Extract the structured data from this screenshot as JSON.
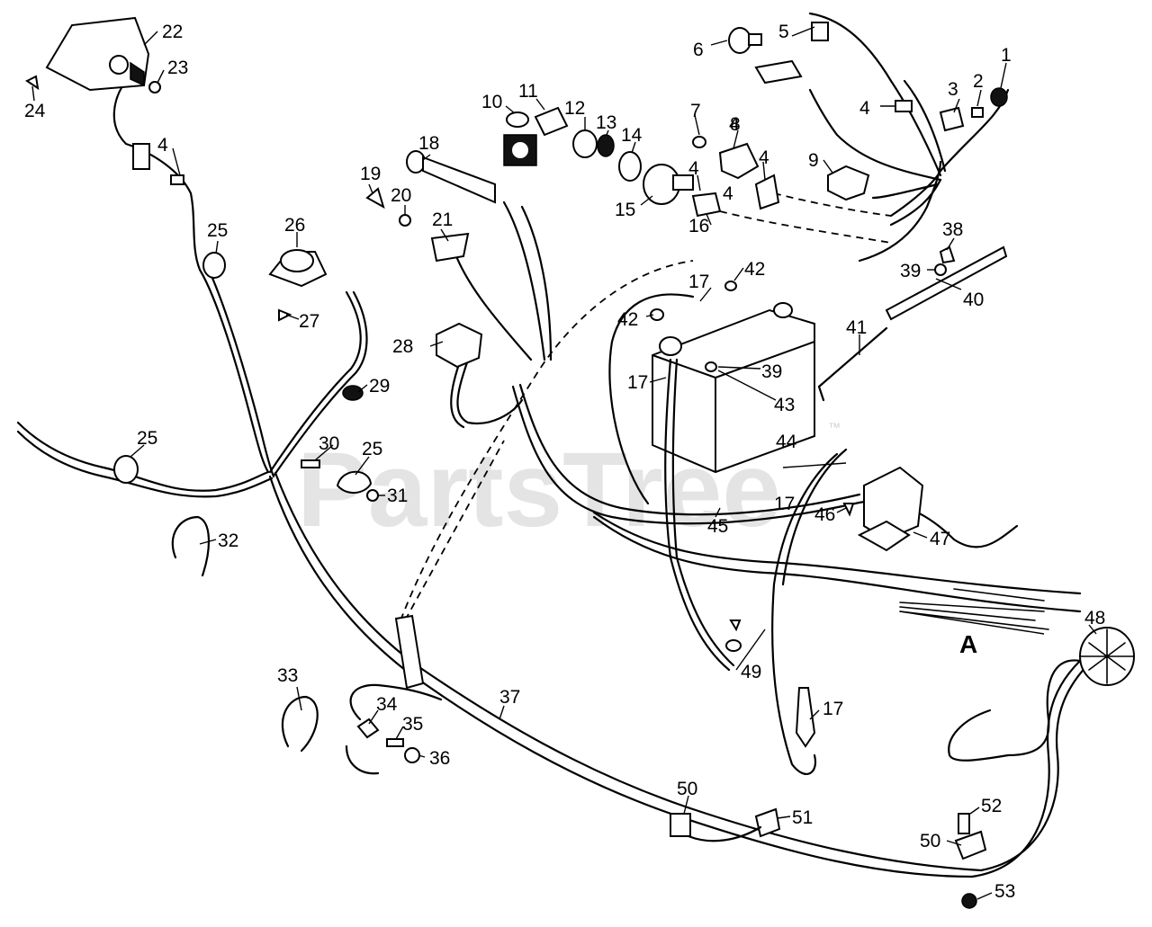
{
  "watermark": {
    "text": "PartsTree",
    "trademark": "™"
  },
  "section_label": "A",
  "callouts": [
    {
      "id": "c1",
      "text": "1"
    },
    {
      "id": "c2",
      "text": "2"
    },
    {
      "id": "c3",
      "text": "3"
    },
    {
      "id": "c4a",
      "text": "4"
    },
    {
      "id": "c4b",
      "text": "4"
    },
    {
      "id": "c4c",
      "text": "4"
    },
    {
      "id": "c4d",
      "text": "4"
    },
    {
      "id": "c4e",
      "text": "4"
    },
    {
      "id": "c4f",
      "text": "4"
    },
    {
      "id": "c5",
      "text": "5"
    },
    {
      "id": "c6",
      "text": "6"
    },
    {
      "id": "c7",
      "text": "7"
    },
    {
      "id": "c8",
      "text": "8"
    },
    {
      "id": "c9",
      "text": "9"
    },
    {
      "id": "c10",
      "text": "10"
    },
    {
      "id": "c11",
      "text": "11"
    },
    {
      "id": "c12",
      "text": "12"
    },
    {
      "id": "c13",
      "text": "13"
    },
    {
      "id": "c14",
      "text": "14"
    },
    {
      "id": "c15",
      "text": "15"
    },
    {
      "id": "c16",
      "text": "16"
    },
    {
      "id": "c17a",
      "text": "17"
    },
    {
      "id": "c17b",
      "text": "17"
    },
    {
      "id": "c17c",
      "text": "17"
    },
    {
      "id": "c17d",
      "text": "17"
    },
    {
      "id": "c18",
      "text": "18"
    },
    {
      "id": "c19",
      "text": "19"
    },
    {
      "id": "c20",
      "text": "20"
    },
    {
      "id": "c21",
      "text": "21"
    },
    {
      "id": "c22",
      "text": "22"
    },
    {
      "id": "c23",
      "text": "23"
    },
    {
      "id": "c24",
      "text": "24"
    },
    {
      "id": "c25a",
      "text": "25"
    },
    {
      "id": "c25b",
      "text": "25"
    },
    {
      "id": "c25c",
      "text": "25"
    },
    {
      "id": "c26",
      "text": "26"
    },
    {
      "id": "c27",
      "text": "27"
    },
    {
      "id": "c28",
      "text": "28"
    },
    {
      "id": "c29",
      "text": "29"
    },
    {
      "id": "c30",
      "text": "30"
    },
    {
      "id": "c31",
      "text": "31"
    },
    {
      "id": "c32",
      "text": "32"
    },
    {
      "id": "c33",
      "text": "33"
    },
    {
      "id": "c34",
      "text": "34"
    },
    {
      "id": "c35",
      "text": "35"
    },
    {
      "id": "c36",
      "text": "36"
    },
    {
      "id": "c37",
      "text": "37"
    },
    {
      "id": "c38",
      "text": "38"
    },
    {
      "id": "c39a",
      "text": "39"
    },
    {
      "id": "c39b",
      "text": "39"
    },
    {
      "id": "c40",
      "text": "40"
    },
    {
      "id": "c41",
      "text": "41"
    },
    {
      "id": "c42a",
      "text": "42"
    },
    {
      "id": "c42b",
      "text": "42"
    },
    {
      "id": "c43",
      "text": "43"
    },
    {
      "id": "c44",
      "text": "44"
    },
    {
      "id": "c45",
      "text": "45"
    },
    {
      "id": "c46",
      "text": "46"
    },
    {
      "id": "c47",
      "text": "47"
    },
    {
      "id": "c48",
      "text": "48"
    },
    {
      "id": "c49",
      "text": "49"
    },
    {
      "id": "c50a",
      "text": "50"
    },
    {
      "id": "c50b",
      "text": "50"
    },
    {
      "id": "c51",
      "text": "51"
    },
    {
      "id": "c52",
      "text": "52"
    },
    {
      "id": "c53",
      "text": "53"
    }
  ],
  "colors": {
    "ink": "#000000",
    "paper": "#ffffff",
    "watermark": "#cfcfcf"
  }
}
